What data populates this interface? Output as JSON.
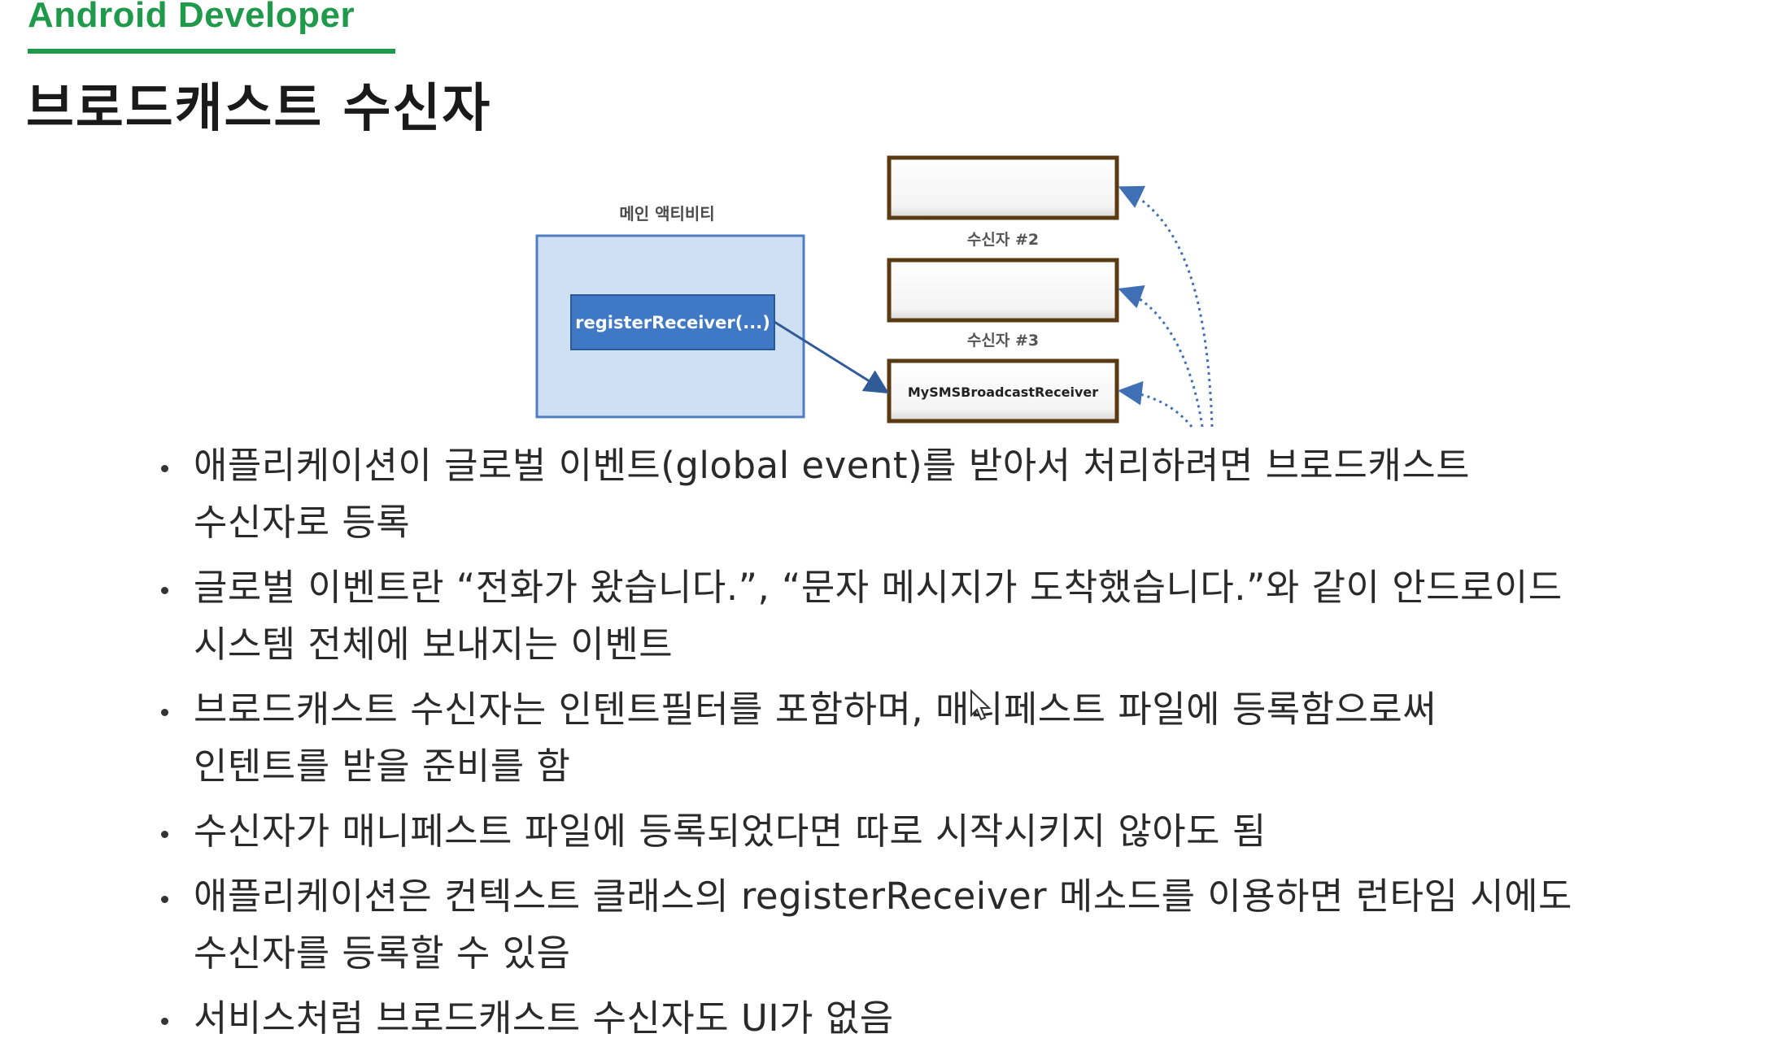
{
  "header": {
    "brand": "Android Developer",
    "title": "브로드캐스트 수신자"
  },
  "diagram": {
    "main_activity_label": "메인 액티비티",
    "register_button": "registerReceiver(...)",
    "receiver2_label": "수신자 #2",
    "receiver3_label": "수신자 #3",
    "receiver3_box": "MySMSBroadcastReceiver",
    "colors": {
      "activity_fill": "#cfe0f5",
      "activity_border": "#4f7fc0",
      "button_fill": "#3f78c5",
      "receiver_border": "#5a3a12",
      "arrow": "#2f5c96",
      "dotted": "#3f6fb5"
    }
  },
  "bullets": [
    {
      "text": "애플리케이션이 글로벌 이벤트(global event)를 받아서 처리하려면 브로드캐스트\n수신자로 등록"
    },
    {
      "text": "글로벌 이벤트란 “전화가 왔습니다.”, “문자 메시지가 도착했습니다.”와 같이 안드로이드\n시스템 전체에 보내지는 이벤트"
    },
    {
      "text": "브로드캐스트 수신자는 인텐트필터를 포함하며, 매니페스트 파일에 등록함으로써\n인텐트를 받을 준비를 함"
    },
    {
      "text": "수신자가 매니페스트 파일에 등록되었다면 따로 시작시키지 않아도 됨"
    },
    {
      "text": "애플리케이션은 컨텍스트 클래스의 registerReceiver 메소드를 이용하면 런타임 시에도\n수신자를 등록할 수 있음"
    },
    {
      "text": "서비스처럼 브로드캐스트 수신자도 UI가 없음"
    }
  ]
}
